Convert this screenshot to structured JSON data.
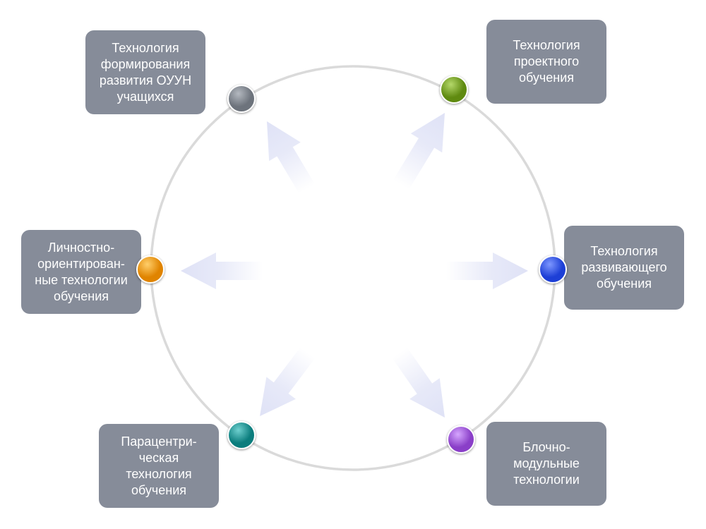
{
  "diagram": {
    "nodes": [
      {
        "id": "top-left",
        "lines": [
          "Технология",
          "формирования",
          "развития ОУУН",
          "учащихся"
        ],
        "color": "#6d737c",
        "highlight": "#b4b9c0"
      },
      {
        "id": "top-right",
        "lines": [
          "Технология",
          "проектного",
          "обучения"
        ],
        "color": "#5f8a10",
        "highlight": "#b4d86a"
      },
      {
        "id": "right",
        "lines": [
          "Технология",
          "развивающего",
          "обучения"
        ],
        "color": "#1d3fd6",
        "highlight": "#7d97ff"
      },
      {
        "id": "bottom-right",
        "lines": [
          "Блочно-",
          "модульные",
          "технологии"
        ],
        "color": "#8a3fc8",
        "highlight": "#d6a6ff"
      },
      {
        "id": "bottom-left",
        "lines": [
          "Парацентри-",
          "ческая",
          "технология",
          "обучения"
        ],
        "color": "#0b7d7d",
        "highlight": "#6fd0cf"
      },
      {
        "id": "left",
        "lines": [
          "Личностно-",
          "ориентирован-",
          "ные технологии",
          "обучения"
        ],
        "color": "#e08400",
        "highlight": "#ffcf6b"
      }
    ],
    "ring_color": "#dadada",
    "box_color": "#868c99",
    "arrow_color": "#dfe2f6"
  }
}
